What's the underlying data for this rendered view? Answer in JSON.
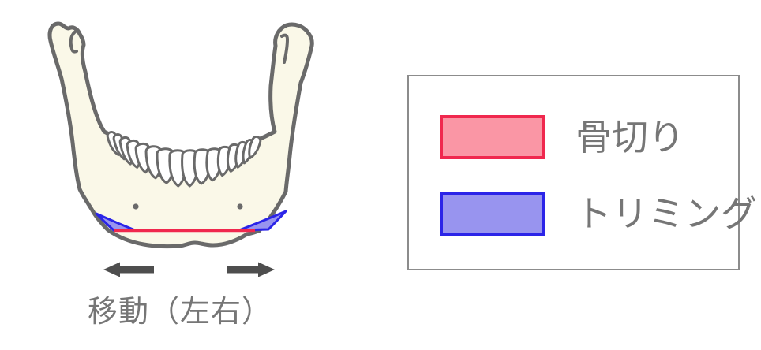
{
  "annotation": {
    "movement_label": "移動（左右）"
  },
  "legend": {
    "items": [
      {
        "label": "骨切り",
        "swatch_fill": "#fa96a5",
        "swatch_border": "#f0284e"
      },
      {
        "label": "トリミング",
        "swatch_fill": "#9894ef",
        "swatch_border": "#2b24e8"
      }
    ]
  },
  "colors": {
    "bone_fill": "#faf8e8",
    "bone_outline": "#6a6a6a",
    "teeth_fill": "#ffffff",
    "osteotomy_line_red": "#f0284e",
    "trimming_wedge_fill": "#9894ef",
    "trimming_wedge_border": "#2b24e8",
    "arrow_gray": "#4e4e4e",
    "label_text_gray": "#767676",
    "legend_border_gray": "#8c8c8c",
    "background": "#ffffff"
  }
}
